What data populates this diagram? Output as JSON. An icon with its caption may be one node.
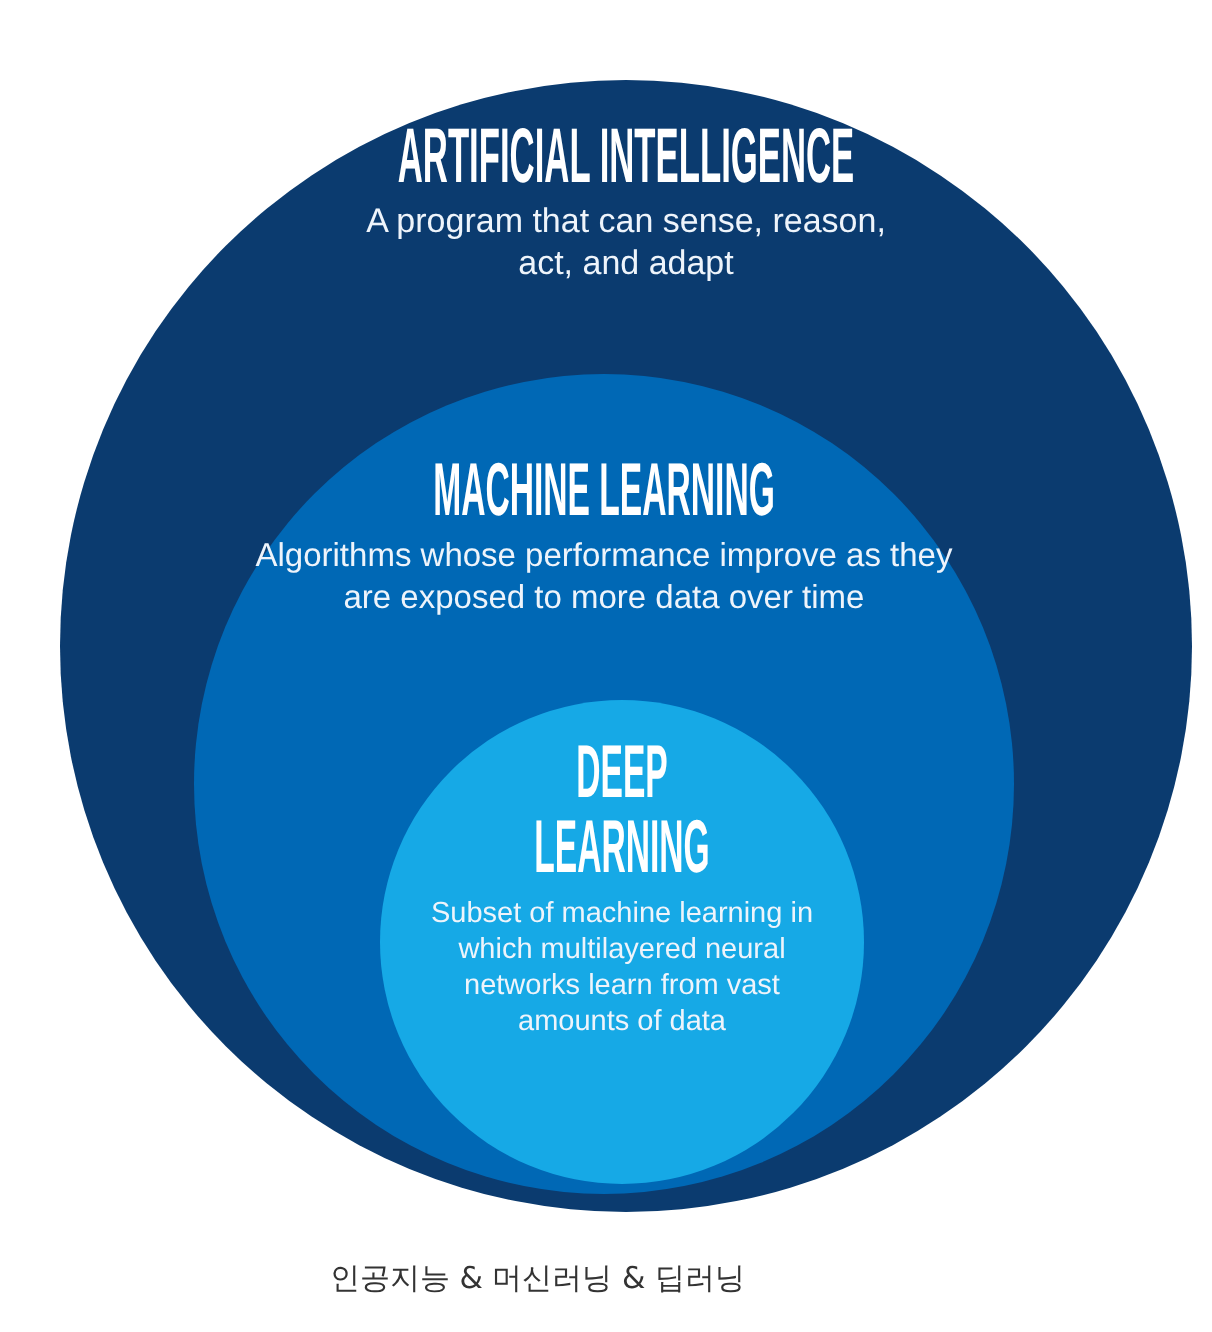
{
  "diagram": {
    "caption": "인공지능 & 머신러닝 & 딥러닝",
    "nodes": [
      {
        "text": [
          "ARTIFICIAL INTELLIGENCE",
          "A program that can sense, reason, act, and adapt"
        ]
      },
      {
        "text": [
          "MACHINE LEARNING",
          "Algorithms whose performance improve as they are exposed to more data over time"
        ],
        "in": 0
      },
      {
        "text": [
          "DEEP LEARNING",
          "Subset of machine learning in which multilayered neural networks learn from vast amounts of data"
        ],
        "in": 1
      }
    ]
  }
}
